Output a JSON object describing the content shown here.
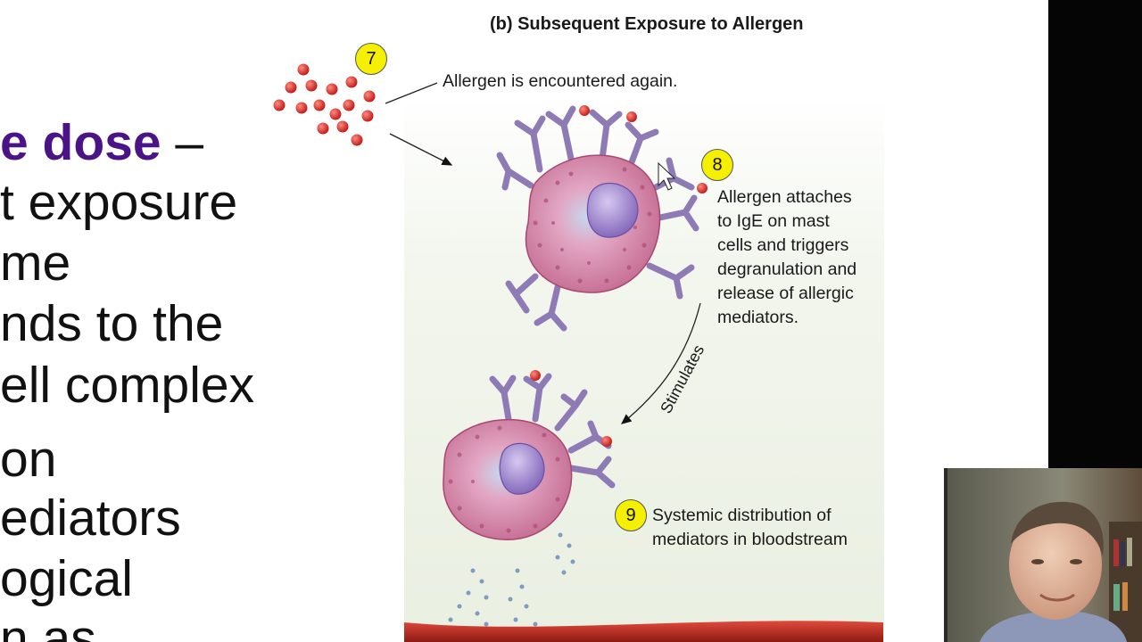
{
  "slide": {
    "bullet_lines": [
      {
        "parts": [
          {
            "text": "e dose",
            "style": "purple-bold"
          },
          {
            "text": " –",
            "style": "dash"
          }
        ]
      },
      {
        "text": "t exposure"
      },
      {
        "text": "me"
      },
      {
        "text": "nds to the"
      },
      {
        "text": "ell complex"
      },
      {
        "text": "on"
      },
      {
        "text": "ediators"
      },
      {
        "text": "ogical"
      },
      {
        "text": "n as"
      }
    ]
  },
  "figure": {
    "title": "(b) Subsequent Exposure to Allergen",
    "steps": [
      {
        "number": "7",
        "caption": "Allergen is encountered again."
      },
      {
        "number": "8",
        "caption": "Allergen attaches\nto IgE on mast\ncells and triggers\ndegranulation and\nrelease of allergic\nmediators."
      },
      {
        "number": "9",
        "caption": "Systemic distribution of\nmediators in bloodstream"
      }
    ],
    "arrow_label": "Stimulates"
  },
  "colors": {
    "accent_purple": "#4a1486",
    "badge_yellow": "#f5ef00",
    "allergen_red": "#d9302c",
    "mast_cell_pink": "#d98aa8",
    "nucleus_purple": "#9a7fc8",
    "antibody_purple": "#8e7bb5",
    "blood_vessel_red": "#b82727"
  },
  "icons": {
    "cursor": "mouse-pointer-icon"
  }
}
